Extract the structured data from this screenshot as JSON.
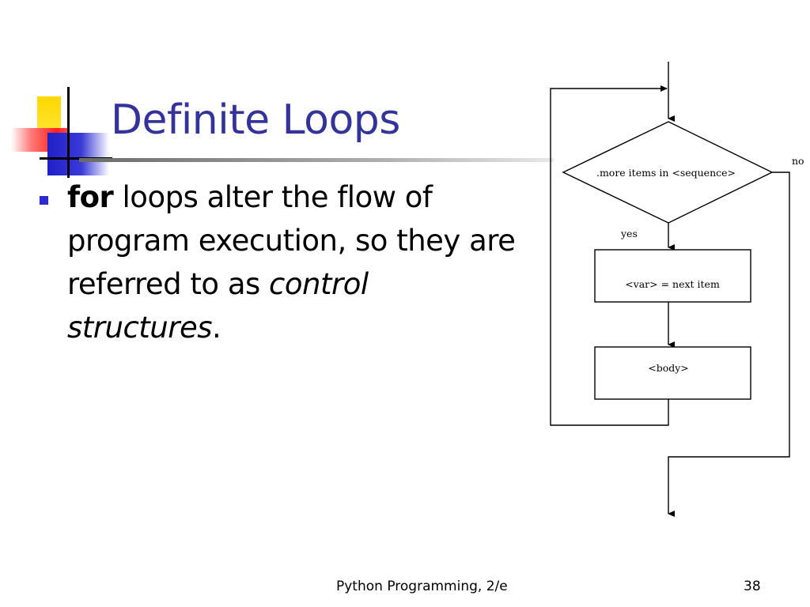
{
  "slide": {
    "title": "Definite Loops",
    "bullet": {
      "bold_lead": "for",
      "text_1": " loops alter the flow of program execution, so they are referred to as ",
      "italic_term": "control structures",
      "text_2": "."
    }
  },
  "flowchart": {
    "decision": ".more items in <sequence>",
    "yes_label": "yes",
    "no_label": "no",
    "assign_box": "<var> = next item",
    "body_box": "<body>"
  },
  "footer": {
    "title": "Python Programming, 2/e",
    "page_number": "38"
  },
  "colors": {
    "title": "#33339a",
    "bullet": "#2b2bd0",
    "accent_yellow": "#ffd800",
    "accent_red": "#ff2020",
    "accent_blue": "#1f1fc8"
  }
}
